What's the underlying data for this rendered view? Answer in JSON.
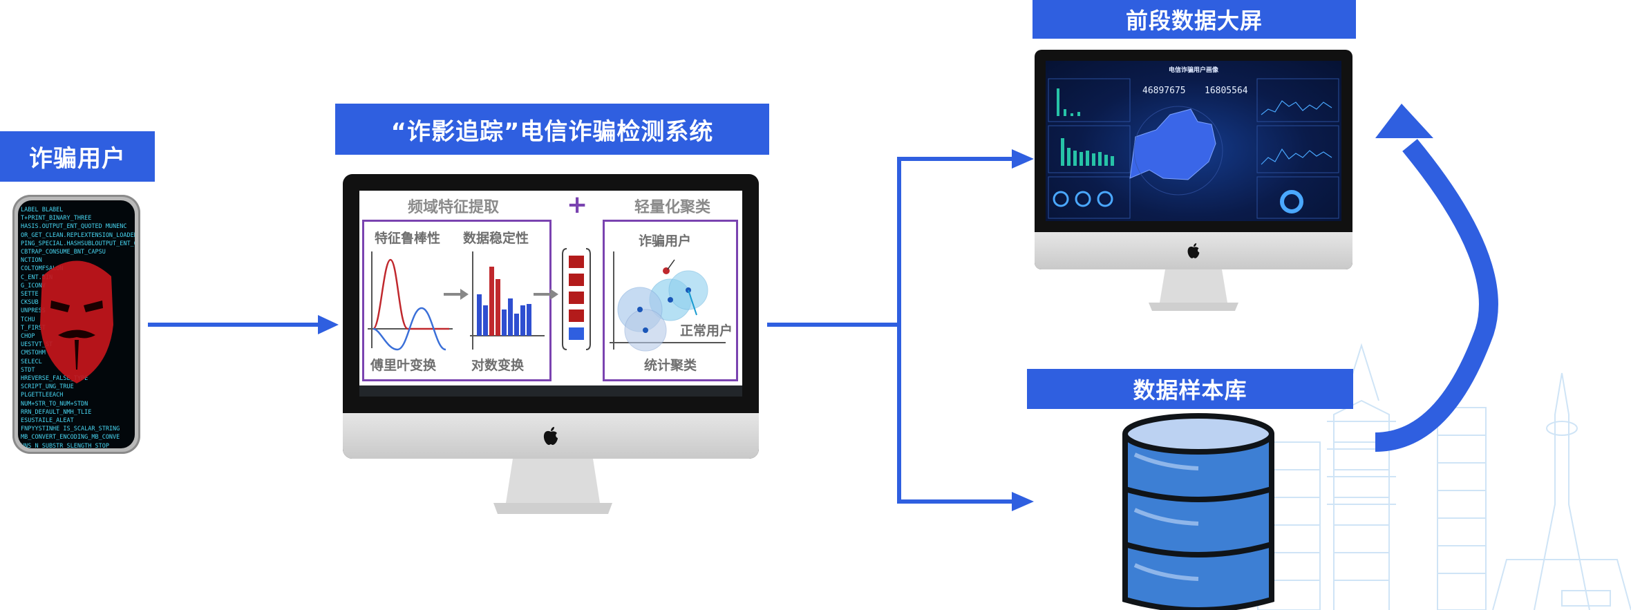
{
  "banners": {
    "fraud_user": "诈骗用户",
    "system": "“诈影追踪”电信诈骗检测系统",
    "frontend": "前段数据大屏",
    "database": "数据样本库"
  },
  "system_screen": {
    "panel_left_title": "频域特征提取",
    "panel_right_title": "轻量化聚类",
    "plus": "+",
    "feature_robust": "特征鲁棒性",
    "data_stable": "数据稳定性",
    "fourier": "傅里叶变换",
    "log_transform": "对数变换",
    "fraud_user_label": "诈骗用户",
    "normal_user_label": "正常用户",
    "statistic_cluster": "统计聚类"
  },
  "dashboard": {
    "title": "电信诈骗用户画像",
    "num1": "46897675",
    "num2": "16805564"
  },
  "phone_code": [
    "LABEL      BLABEL",
    "T+PRINT_BINARY_THREE",
    "HASIS.OUTPUT_ENT_QUOTED MUNENC",
    "OR_GET_CLEAN.REPLEXTENSION_LOADED",
    "PING_SPECIAL.HASHSUBLOUTPUT_ENT_Q",
    "CBTRAP_CONSUME_BNT_CAPSU",
    "NCTION",
    "COLTOMFSALON",
    "C_ENT.BIN",
    "G_ICONV",
    "SETTE",
    "CKSUB",
    "UNPRESS",
    "TCHU",
    "T_FIRST",
    "CHOP",
    "UESTVT_ST",
    "CMSTOHM",
    "SELECL",
    "STDT",
    "HREVERSE_FALSE_TYPE",
    "SCRIPT_UNG_TRUE",
    "PLGETTLEEACH",
    "NUM+STR_TO_NUM+STDN",
    "RRN_DEFAULT_NMH_TLIE",
    "ESUSTAILE_ALEAT",
    "FNPYYSTINHE IS_SCALAR_STRING",
    "MB_CONVERT_ENCODING_MB_CONVE",
    "UNS_N SUBSTR_SLENGTH_STOP"
  ]
}
